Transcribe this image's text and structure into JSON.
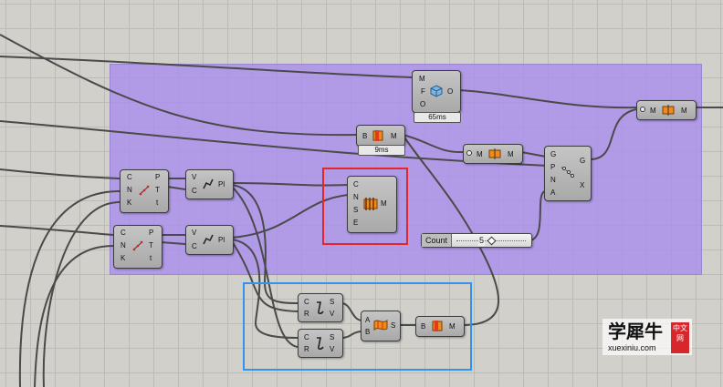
{
  "canvas": {
    "timing_badges": {
      "sphere_timing": "65ms",
      "merge_timing": "9ms"
    },
    "slider": {
      "label": "Count",
      "value": "5"
    },
    "components": {
      "sphere": {
        "inputs": [
          "M",
          "F",
          "O"
        ],
        "outputs": [
          "O"
        ],
        "icon": "cube-sphere-icon"
      },
      "merge_top": {
        "inputs": [
          "B"
        ],
        "outputs": [
          "M"
        ],
        "icon": "orange-shape-icon"
      },
      "unmerge_a": {
        "inputs": [
          "M"
        ],
        "outputs": [
          "M"
        ],
        "icon": "mesh-arrow-icon"
      },
      "unmerge_b": {
        "inputs": [
          "M"
        ],
        "outputs": [
          "M"
        ],
        "icon": "mesh-arrow-icon"
      },
      "curve_graph": {
        "inputs": [
          "G",
          "P",
          "N",
          "A"
        ],
        "outputs": [
          "G",
          "X"
        ],
        "icon": "dotted-curve-icon"
      },
      "divide_1": {
        "inputs": [
          "C",
          "N",
          "K"
        ],
        "outputs": [
          "P",
          "T",
          "t"
        ],
        "icon": "divide-curve-icon"
      },
      "divide_2": {
        "inputs": [
          "C",
          "N",
          "K"
        ],
        "outputs": [
          "P",
          "T",
          "t"
        ],
        "icon": "divide-curve-icon"
      },
      "polyline_1": {
        "inputs": [
          "V",
          "C"
        ],
        "outputs": [
          "Pl"
        ],
        "icon": "polyline-icon"
      },
      "polyline_2": {
        "inputs": [
          "V",
          "C"
        ],
        "outputs": [
          "Pl"
        ],
        "icon": "polyline-icon"
      },
      "sweep": {
        "inputs": [
          "C",
          "N",
          "S",
          "E"
        ],
        "outputs": [
          "M"
        ],
        "icon": "sweep-mesh-icon"
      },
      "interp_1": {
        "inputs": [
          "C",
          "R"
        ],
        "outputs": [
          "S",
          "V"
        ],
        "icon": "hook-curve-icon"
      },
      "interp_2": {
        "inputs": [
          "C",
          "R"
        ],
        "outputs": [
          "S",
          "V"
        ],
        "icon": "hook-curve-icon"
      },
      "loft": {
        "inputs": [
          "A",
          "B"
        ],
        "outputs": [
          "S"
        ],
        "icon": "orange-surface-icon"
      },
      "mesh_out": {
        "inputs": [
          "B"
        ],
        "outputs": [
          "M"
        ],
        "icon": "orange-box-icon"
      }
    },
    "colors": {
      "canvas": "#d2d0ca",
      "group": "#a88cf0",
      "highlight_red": "#e4262b",
      "highlight_blue": "#3193ec"
    }
  },
  "watermark": {
    "chinese": "学犀牛",
    "url": "xuexiniu.com",
    "tag": "中文网"
  }
}
